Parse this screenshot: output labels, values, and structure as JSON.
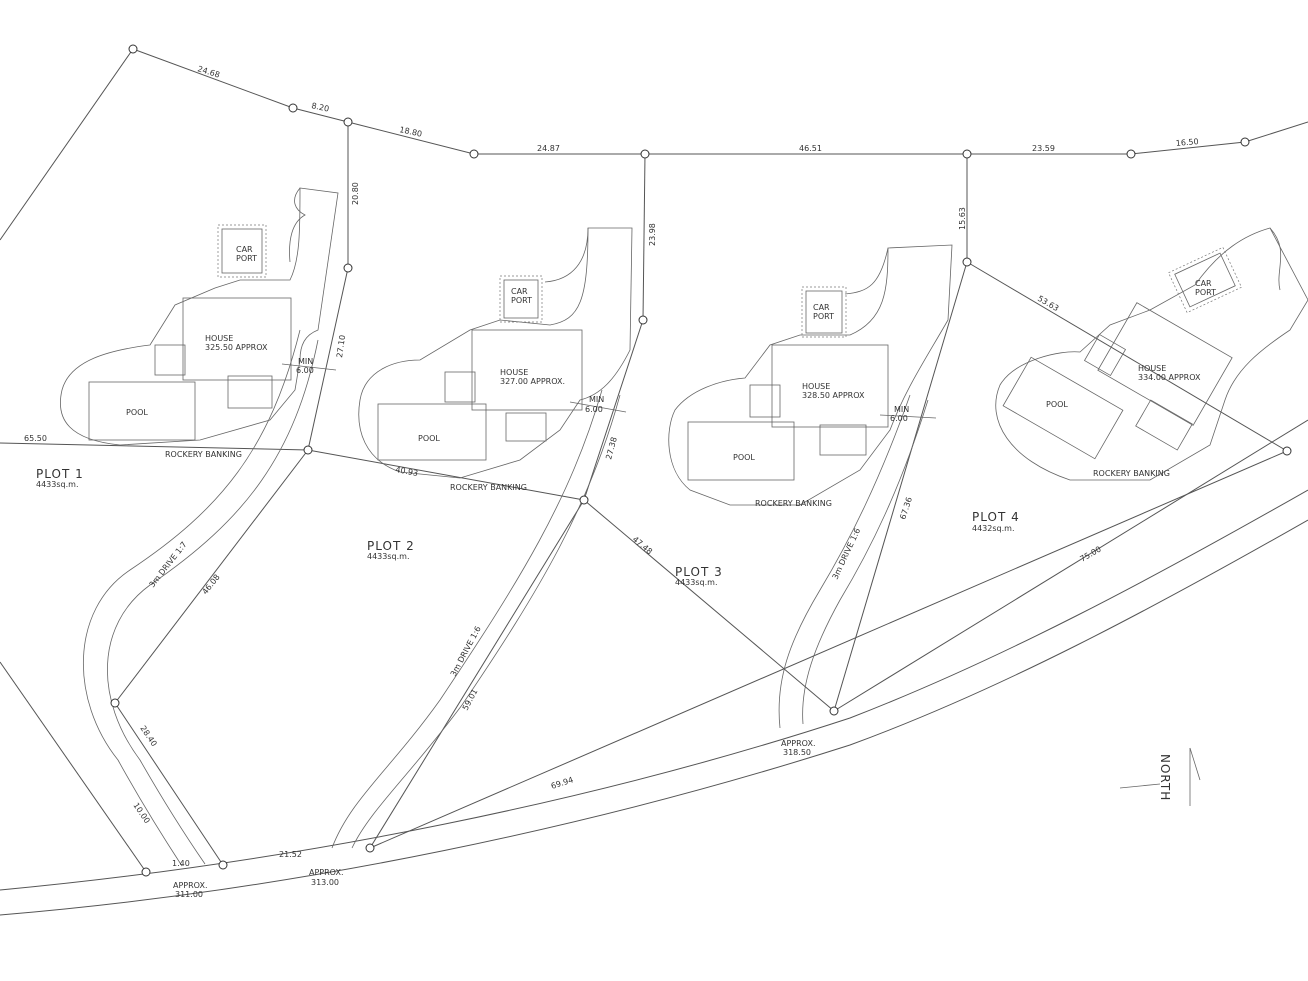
{
  "plots": [
    {
      "name": "PLOT  1",
      "area": "4433sq.m.",
      "house": "HOUSE",
      "house_area": "325.50  APPROX",
      "pool": "POOL",
      "rockery": "ROCKERY  BANKING",
      "carport": [
        "CAR",
        "PORT"
      ]
    },
    {
      "name": "PLOT  2",
      "area": "4433sq.m.",
      "house": "HOUSE",
      "house_area": "327.00  APPROX.",
      "pool": "POOL",
      "rockery": "ROCKERY  BANKING",
      "carport": [
        "CAR",
        "PORT"
      ]
    },
    {
      "name": "PLOT  3",
      "area": "4433sq.m.",
      "house": "HOUSE",
      "house_area": "328.50  APPROX",
      "pool": "POOL",
      "rockery": "ROCKERY  BANKING",
      "carport": [
        "CAR",
        "PORT"
      ]
    },
    {
      "name": "PLOT  4",
      "area": "4432sq.m.",
      "house": "HOUSE",
      "house_area": "334.00  APPROX",
      "pool": "POOL",
      "rockery": "ROCKERY  BANKING",
      "carport": [
        "CAR",
        "PORT"
      ]
    }
  ],
  "drives": {
    "d1": "3m  DRIVE  1:7",
    "d2": "3m  DRIVE  1:6",
    "d3": "3m  DRIVE  1:6"
  },
  "min_labels": {
    "min": "MIN",
    "value": "6.00"
  },
  "levels": {
    "l1": {
      "word": "APPROX.",
      "value": "311.00"
    },
    "l2": {
      "word": "APPROX.",
      "value": "313.00"
    },
    "l3": {
      "word": "APPROX.",
      "value": "318.50"
    }
  },
  "dimensions": {
    "top_a": "24.68",
    "top_b": "8.20",
    "top_c": "18.80",
    "top_d": "24.87",
    "top_e": "46.51",
    "top_f": "23.59",
    "top_g": "16.50",
    "v1": "20.80",
    "v1b": "27.10",
    "v2": "23.98",
    "v2b": "27.38",
    "v3": "15.63",
    "v3b": "67.36",
    "left": "65.50",
    "mid": "40.93",
    "diag1": "46.08",
    "diag2": "28.40",
    "small1": "10.00",
    "small2": "1.40",
    "small3": "21.52",
    "drive2": "59.01",
    "p3diag": "47.48",
    "p4diag": "53.63",
    "road1": "69.94",
    "road2": "75.00"
  },
  "north": "NORTH"
}
